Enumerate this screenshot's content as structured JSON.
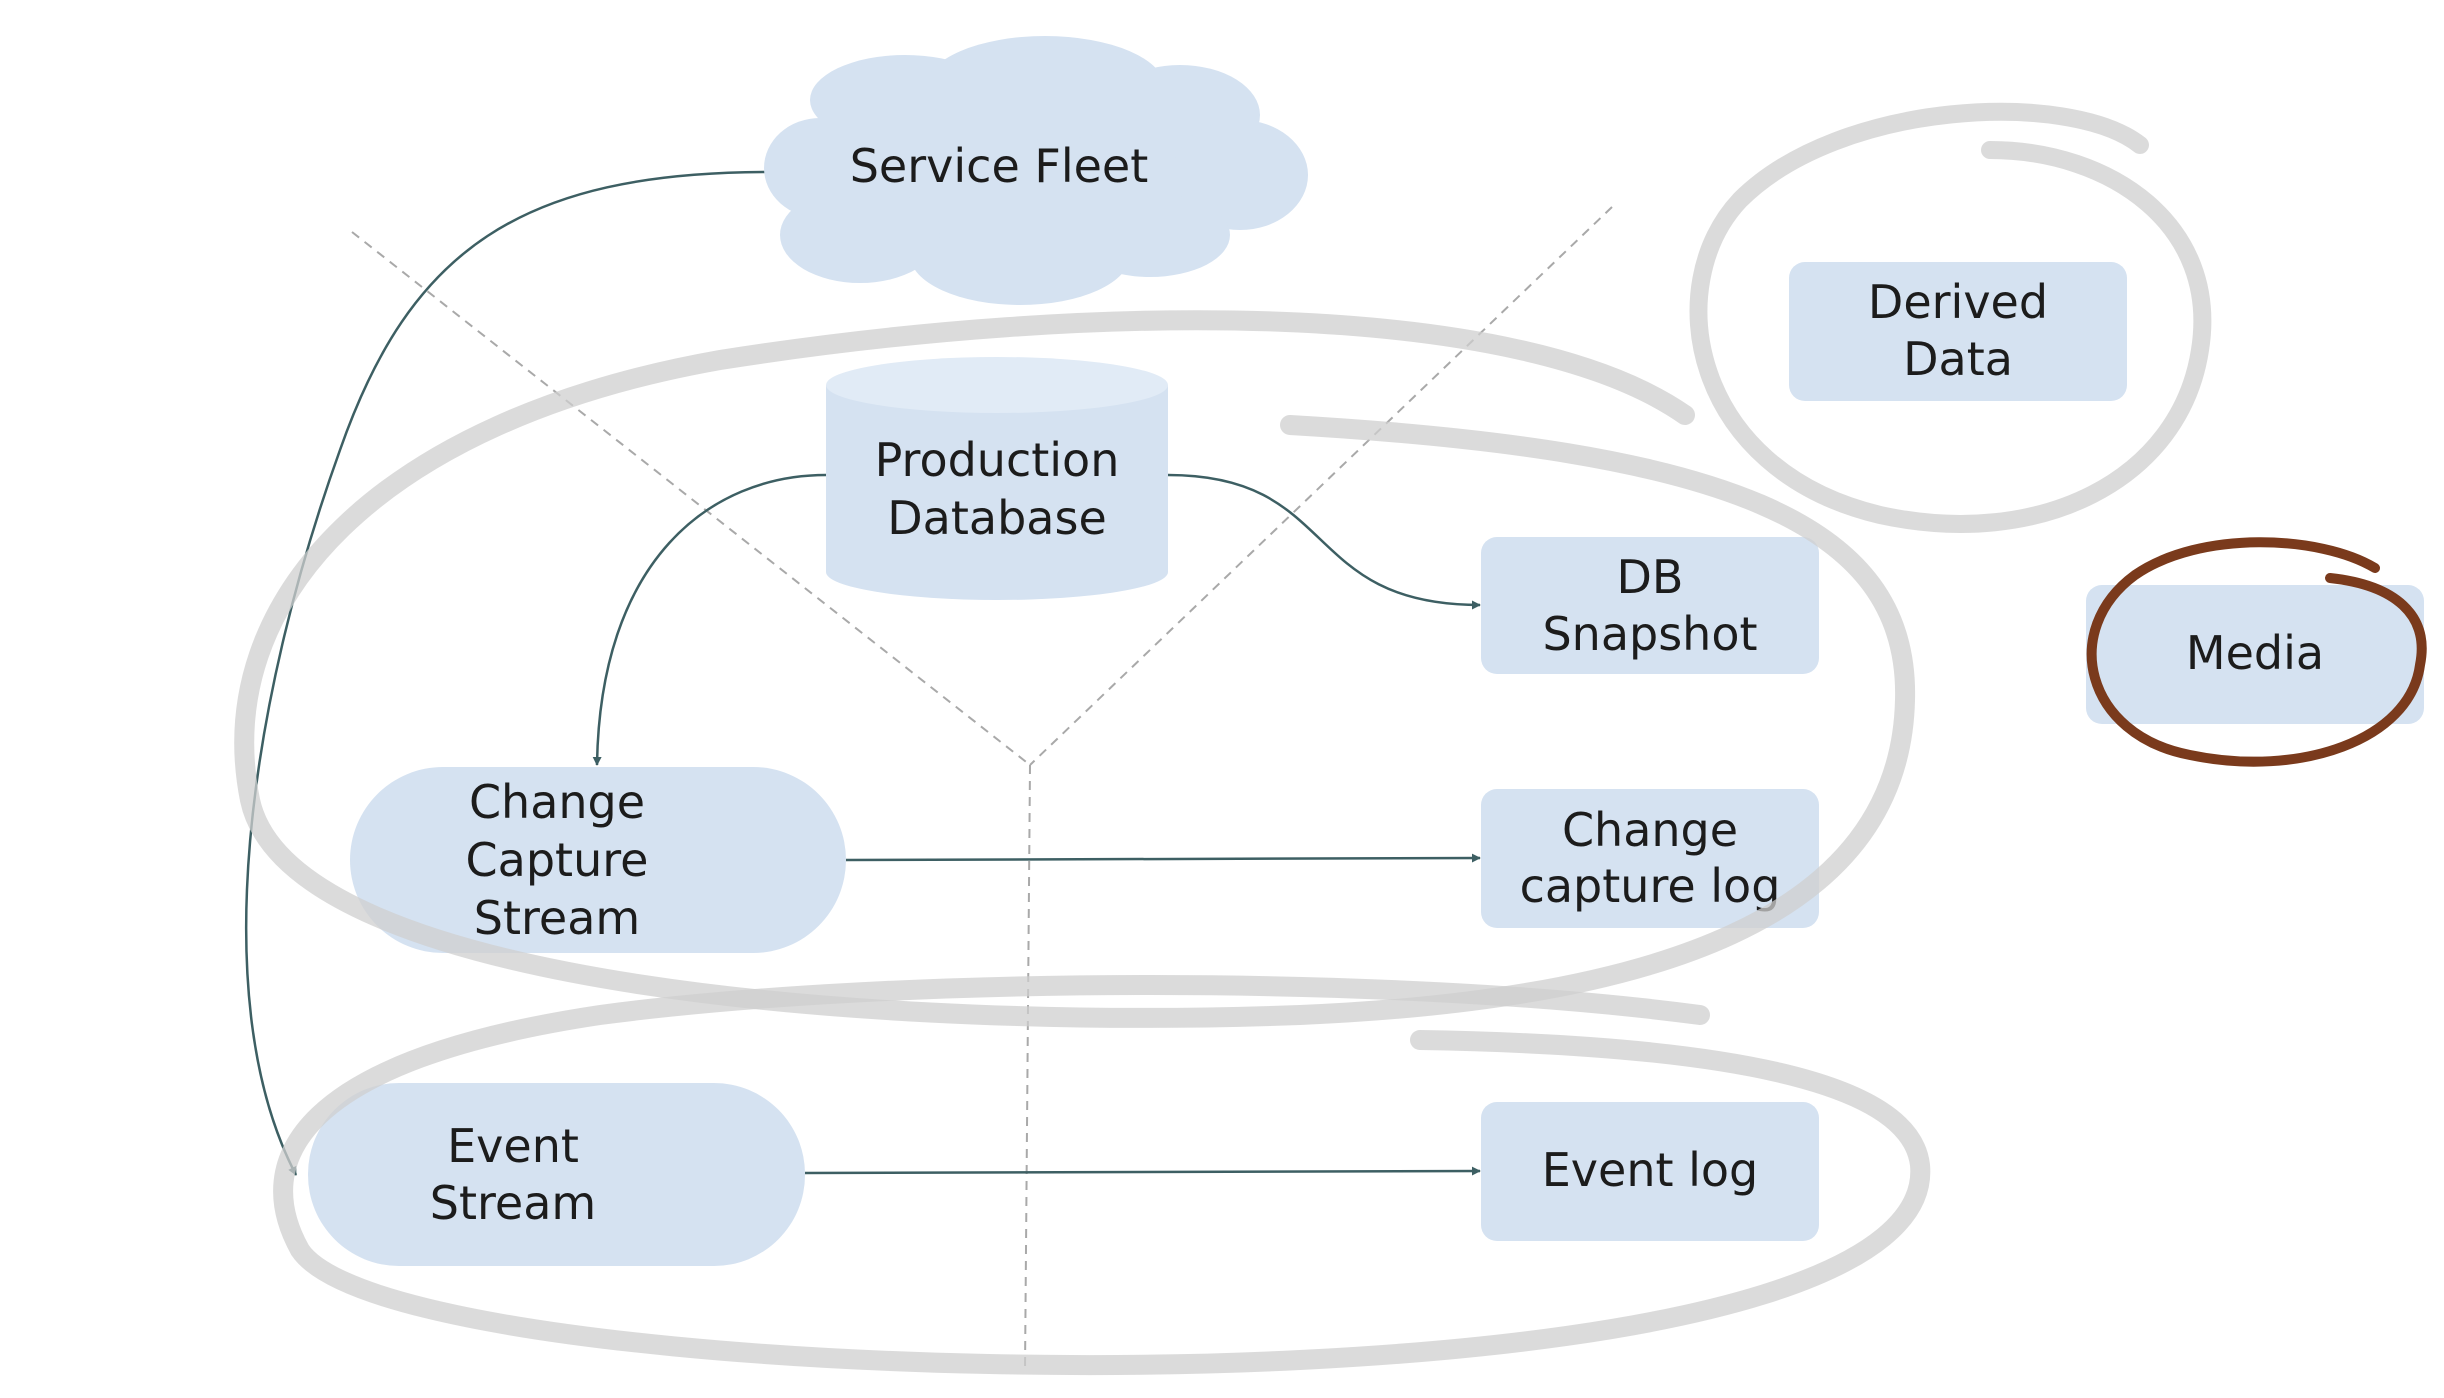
{
  "colors": {
    "node_fill": "#d5e2f1",
    "arrow": "#3d5f63",
    "guide": "#a9a9a9",
    "gray_ring": "#cfcfcf",
    "brown_ring": "#7a3a1c"
  },
  "nodes": {
    "service_fleet": {
      "line1": "Service Fleet"
    },
    "production_database": {
      "line1": "Production",
      "line2": "Database"
    },
    "db_snapshot": {
      "line1": "DB",
      "line2": "Snapshot"
    },
    "change_capture_stream": {
      "line1": "Change",
      "line2": "Capture",
      "line3": "Stream"
    },
    "change_capture_log": {
      "line1": "Change",
      "line2": "capture log"
    },
    "event_stream": {
      "line1": "Event",
      "line2": "Stream"
    },
    "event_log": {
      "line1": "Event log"
    },
    "derived_data": {
      "line1": "Derived",
      "line2": "Data"
    },
    "media": {
      "line1": "Media"
    }
  }
}
